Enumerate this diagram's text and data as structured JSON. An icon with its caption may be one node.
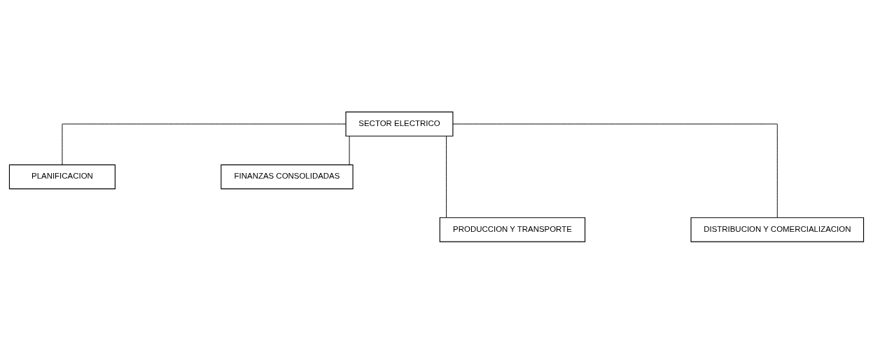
{
  "diagram": {
    "nodes": [
      {
        "text": [
          "SECTOR ELECTRICO"
        ]
      },
      {
        "text": [
          "PLANIFICACION"
        ]
      },
      {
        "text": [
          "FINANZAS CONSOLIDADAS"
        ]
      },
      {
        "text": [
          "PRODUCCION Y TRANSPORTE"
        ]
      },
      {
        "text": [
          "DISTRIBUCION Y COMERCIALIZACION"
        ]
      }
    ],
    "edges": [
      {
        "from": 0,
        "to": 1,
        "arrow": "none"
      },
      {
        "from": 0,
        "to": 2,
        "arrow": "none"
      },
      {
        "from": 0,
        "to": 3,
        "arrow": "none"
      },
      {
        "from": 0,
        "to": 4,
        "arrow": "none"
      }
    ]
  }
}
